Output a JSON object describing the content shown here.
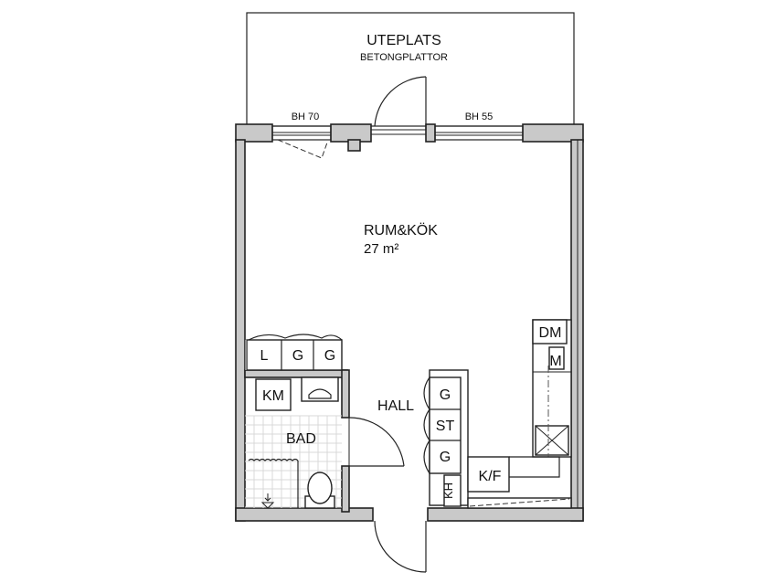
{
  "terrace": {
    "title": "UTEPLATS",
    "subtitle": "BETONGPLATTOR"
  },
  "windows": {
    "left_label": "BH 70",
    "right_label": "BH 55"
  },
  "rooms": {
    "main_name": "RUM&KÖK",
    "main_area": "27 m²",
    "bathroom": "BAD",
    "hall": "HALL"
  },
  "fixtures": {
    "linen": "L",
    "wardrobe1": "G",
    "wardrobe2": "G",
    "washing_machine": "KM",
    "hall_wardrobe_top": "G",
    "cleaning_cabinet": "ST",
    "hall_wardrobe_bottom": "G",
    "dishwasher": "DM",
    "microwave": "M",
    "fridge_freezer": "K/F",
    "coat_rack": "KH"
  }
}
